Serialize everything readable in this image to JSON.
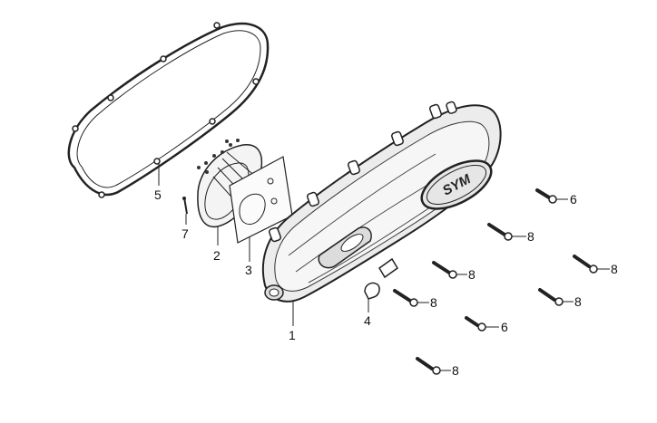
{
  "diagram": {
    "brand_logo_text": "SYM",
    "callouts": [
      "1",
      "2",
      "3",
      "4",
      "5",
      "6",
      "7",
      "8"
    ],
    "bolt_callouts": [
      "6",
      "8",
      "8",
      "8",
      "8",
      "8",
      "6",
      "8"
    ]
  },
  "colors": {
    "line": "#222222",
    "cover_fill": "#ececec",
    "logo_fill": "#e6e6e6"
  }
}
